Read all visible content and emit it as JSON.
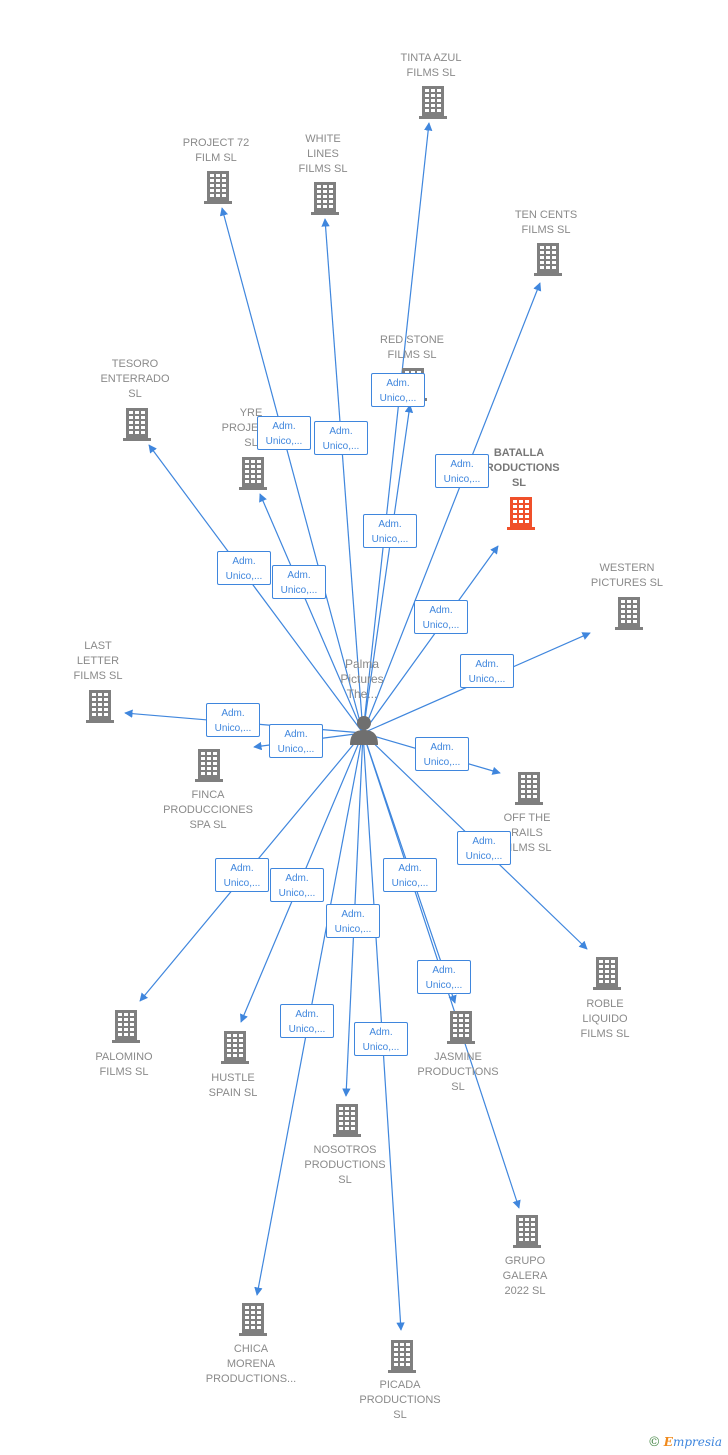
{
  "center": {
    "label": "Palma\nPictures\nThe..."
  },
  "edge_label": {
    "line1": "Adm.",
    "line2": "Unico,..."
  },
  "colors": {
    "edge": "#3f86dd",
    "node": "#7f7f7f",
    "highlight": "#f0502a"
  },
  "brand": {
    "copyright": "©",
    "initial": "E",
    "rest": "mpresia"
  },
  "nodes": [
    {
      "id": "tinta-azul",
      "label": "TINTA AZUL\nFILMS  SL",
      "highlight": false
    },
    {
      "id": "project-72",
      "label": "PROJECT 72\nFILM  SL",
      "highlight": false
    },
    {
      "id": "white-lines",
      "label": "WHITE\nLINES\nFILMS  SL",
      "highlight": false
    },
    {
      "id": "ten-cents",
      "label": "TEN CENTS\nFILMS  SL",
      "highlight": false
    },
    {
      "id": "red-stone",
      "label": "RED STONE\nFILMS  SL",
      "highlight": false
    },
    {
      "id": "tesoro-enterrado",
      "label": "TESORO\nENTERRADO\nSL",
      "highlight": false
    },
    {
      "id": "yre-projects",
      "label": "YRE\nPROJECTS\nSL",
      "highlight": false
    },
    {
      "id": "batalla",
      "label": "BATALLA\nPRODUCTIONS\nSL",
      "highlight": true
    },
    {
      "id": "western-pictures",
      "label": "WESTERN\nPICTURES  SL",
      "highlight": false
    },
    {
      "id": "last-letter",
      "label": "LAST\nLETTER\nFILMS  SL",
      "highlight": false
    },
    {
      "id": "finca",
      "label": "FINCA\nPRODUCCIONES\nSPA  SL",
      "highlight": false
    },
    {
      "id": "off-the-rails",
      "label": "OFF THE\nRAILS\nFILMS  SL",
      "highlight": false
    },
    {
      "id": "roble-liquido",
      "label": "ROBLE\nLIQUIDO\nFILMS  SL",
      "highlight": false
    },
    {
      "id": "palomino",
      "label": "PALOMINO\nFILMS  SL",
      "highlight": false
    },
    {
      "id": "hustle-spain",
      "label": "HUSTLE\nSPAIN  SL",
      "highlight": false
    },
    {
      "id": "jasmine",
      "label": "JASMINE\nPRODUCTIONS\nSL",
      "highlight": false
    },
    {
      "id": "nosotros",
      "label": "NOSOTROS\nPRODUCTIONS\nSL",
      "highlight": false
    },
    {
      "id": "grupo-galera",
      "label": "GRUPO\nGALERA\n2022  SL",
      "highlight": false
    },
    {
      "id": "chica-morena",
      "label": "CHICA\nMORENA\nPRODUCTIONS...",
      "highlight": false
    },
    {
      "id": "picada",
      "label": "PICADA\nPRODUCTIONS\nSL",
      "highlight": false
    }
  ]
}
